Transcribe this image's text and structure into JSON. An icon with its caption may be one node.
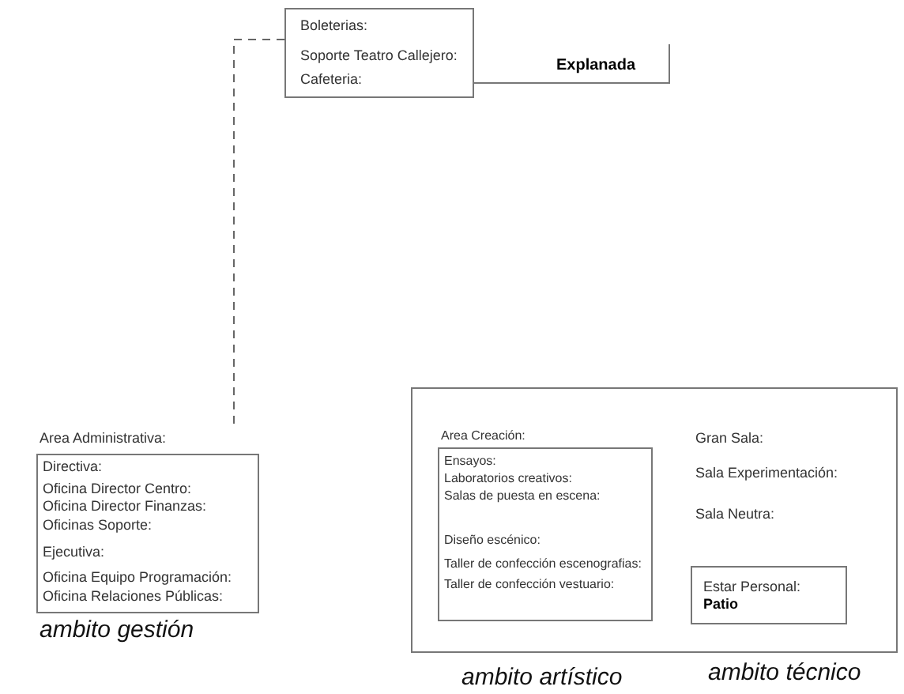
{
  "diagram": {
    "nodes": [
      {
        "text": [
          "Boleterias:",
          "Soporte Teatro Callejero:",
          "Cafeteria:"
        ]
      },
      {
        "text": [
          "Explanada"
        ]
      },
      {
        "text": [
          "Area Administrativa:",
          "Directiva:",
          "Oficina Director Centro:",
          "Oficina Director Finanzas:",
          "Oficinas Soporte:",
          "Ejecutiva:",
          "Oficina Equipo Programación:",
          "Oficina Relaciones Públicas:"
        ]
      },
      {
        "text": [
          "Gran Sala:",
          "Sala Experimentación:",
          "Sala Neutra:"
        ]
      },
      {
        "text": [
          "Area Creación:",
          "Ensayos:",
          "Laboratorios creativos:",
          "Salas de puesta en escena:",
          "Diseño escénico:",
          "Taller de confección escenografias:",
          "Taller de confección vestuario:"
        ],
        "in": 3
      },
      {
        "text": [
          "Estar Personal:",
          "Patio"
        ],
        "in": 3
      }
    ],
    "edges": [
      {
        "from": 0,
        "to": 2,
        "arrow": "none",
        "style": "dashed"
      }
    ],
    "labels": [
      "ambito gestión",
      "ambito artístico",
      "ambito técnico"
    ]
  }
}
